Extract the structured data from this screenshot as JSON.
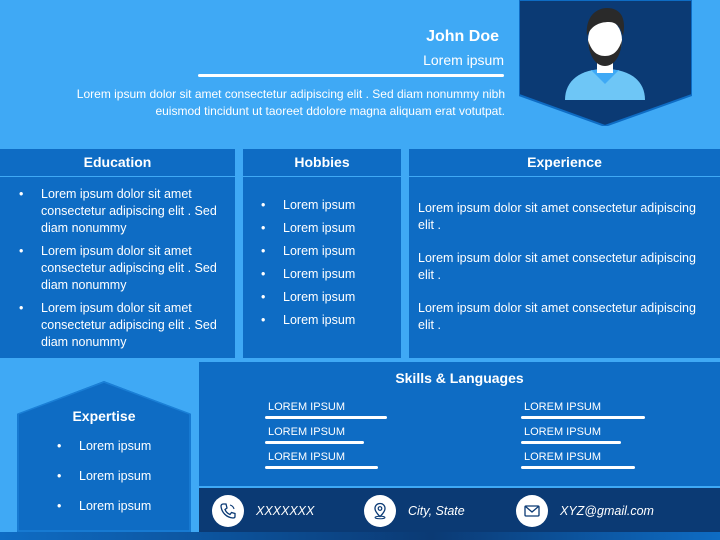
{
  "header": {
    "name": "John Doe",
    "role": "Lorem ipsum",
    "summary": "Lorem ipsum dolor sit amet consectetur adipiscing elit . Sed diam nonummy nibh euismod tincidunt ut taoreet ddolore magna aliquam erat votutpat."
  },
  "avatar": {
    "icon": "person-avatar-icon"
  },
  "education": {
    "title": "Education",
    "items": [
      "Lorem ipsum dolor sit amet consectetur adipiscing elit . Sed diam nonummy",
      "Lorem ipsum dolor sit amet consectetur adipiscing elit . Sed diam nonummy",
      "Lorem ipsum dolor sit amet consectetur adipiscing elit . Sed diam nonummy"
    ]
  },
  "hobbies": {
    "title": "Hobbies",
    "items": [
      "Lorem ipsum",
      "Lorem ipsum",
      "Lorem ipsum",
      "Lorem ipsum",
      "Lorem ipsum",
      "Lorem ipsum"
    ]
  },
  "experience": {
    "title": "Experience",
    "items": [
      "Lorem ipsum dolor sit amet consectetur adipiscing elit .",
      "Lorem ipsum dolor sit amet consectetur adipiscing elit .",
      "Lorem ipsum dolor sit amet consectetur adipiscing elit ."
    ]
  },
  "expertise": {
    "title": "Expertise",
    "items": [
      "Lorem ipsum",
      "Lorem ipsum",
      "Lorem ipsum"
    ]
  },
  "skills": {
    "title": "Skills & Languages",
    "left": [
      {
        "label": "LOREM IPSUM",
        "level": 0.95
      },
      {
        "label": "LOREM IPSUM",
        "level": 0.77
      },
      {
        "label": "LOREM IPSUM",
        "level": 0.88
      }
    ],
    "right": [
      {
        "label": "LOREM IPSUM",
        "level": 0.97
      },
      {
        "label": "LOREM IPSUM",
        "level": 0.78
      },
      {
        "label": "LOREM IPSUM",
        "level": 0.89
      }
    ]
  },
  "contact": {
    "phone": "XXXXXXX",
    "phone_icon": "phone-icon",
    "location": "City, State",
    "location_icon": "location-pin-icon",
    "email": "XYZ@gmail.com",
    "email_icon": "mail-icon"
  },
  "colors": {
    "background": "#3fa9f5",
    "panel": "#0e6cc4",
    "dark": "#0b3a74",
    "avatar_shirt": "#6ec6f6"
  }
}
